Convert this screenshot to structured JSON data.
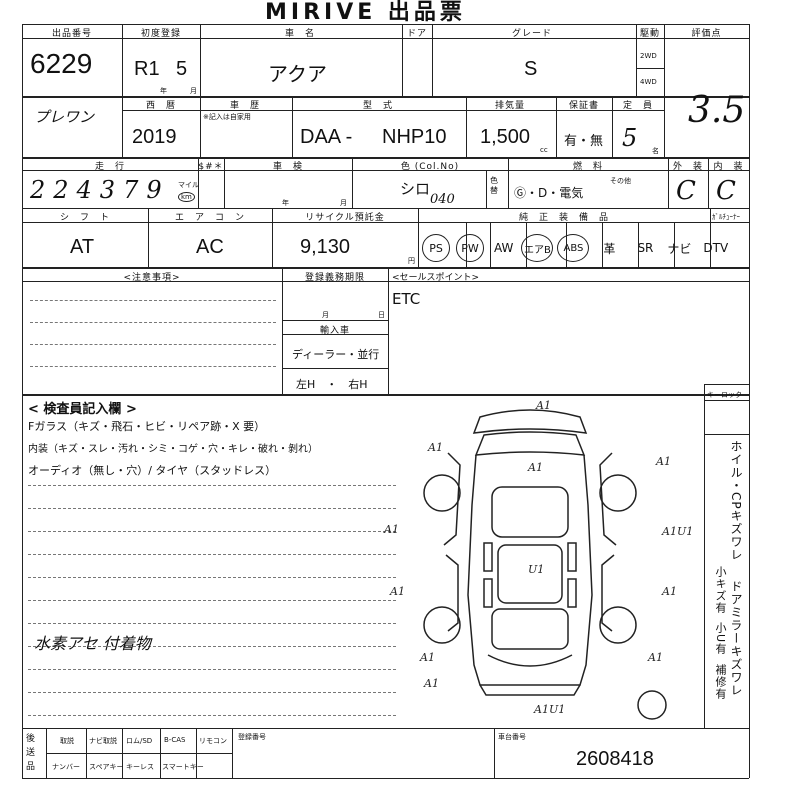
{
  "title": "MIRIVE 出品票",
  "header": {
    "lot_label": "出品番号",
    "lot": "6229",
    "reg_label": "初度登録",
    "reg_year": "R1",
    "reg_month": "5",
    "year_unit": "年",
    "month_unit": "月",
    "name_label": "車　名",
    "name": "アクア",
    "door_label": "ドア",
    "grade_label": "グレード",
    "grade": "S",
    "drive_label": "駆動",
    "drive_2wd": "2WD",
    "drive_4wd": "4WD",
    "score_label": "評価点",
    "score": "3.5"
  },
  "row2": {
    "owner_note": "プレワン",
    "western_label": "西　暦",
    "western_year": "2019",
    "history_label": "車　歴",
    "history_sub": "※記入は自家用",
    "model_label": "型　式",
    "model_prefix": "DAA -",
    "model": "NHP10",
    "displacement_label": "排気量",
    "displacement": "1,500",
    "cc": "cc",
    "warranty_label": "保証書",
    "warranty": "有・無",
    "capacity_label": "定　員",
    "capacity": "5",
    "capacity_unit": "名"
  },
  "row3": {
    "mileage_label": "走　行",
    "mileage": "224379",
    "mile_unit": "マイル",
    "km_unit": "km",
    "meter_label": "$#＊",
    "inspection_label": "車　検",
    "inspection_year": "年",
    "inspection_month": "月",
    "color_label": "色 (Col.No)",
    "color": "シロ",
    "color_code": "040",
    "color_change": "色替",
    "fuel_label": "燃　料",
    "fuel": "Ⓖ・D・電気",
    "fuel_other": "その他",
    "exterior_label": "外　装",
    "exterior": "C",
    "interior_label": "内　装",
    "interior": "C"
  },
  "row4": {
    "shift_label": "シ　フ　ト",
    "shift": "AT",
    "ac_label": "エ　ア　コ　ン",
    "ac": "AC",
    "recycle_label": "リサイクル預託金",
    "recycle": "9,130",
    "yen": "円",
    "equipment_label": "純　正　装　備　品",
    "tuner_label": "ｶﾞﾙﾁｭｰﾅｰ",
    "equipment": [
      "PS",
      "PW",
      "AW",
      "エアB",
      "ABS",
      "革",
      "SR",
      "ナビ",
      "DTV"
    ]
  },
  "row5": {
    "notes_label": "<注意事項>",
    "expiry_label": "登録義務期限",
    "expiry_month": "月",
    "expiry_day": "日",
    "import_label": "輸入車",
    "dealer": "ディーラー・並行",
    "steering": "左H　・　右H",
    "sales_label": "<セールスポイント>",
    "sales": "ETC"
  },
  "inspector": {
    "title": "< 検査員記入欄 >",
    "glass": "Fガラス（キズ・飛石・ヒビ・リペア跡・X 要）",
    "interior": "内装（キズ・スレ・汚れ・シミ・コゲ・穴・キレ・破れ・剝れ）",
    "audio": "オーディオ（無し・穴）/ タイヤ（スタッドレス）",
    "handwritten": "水素アセ 付着物",
    "keylock_label": "キーロック",
    "side_note_1": "ホイル・CPキズワレ",
    "side_note_2": "ドアミラーキズワレ",
    "side_note_3": "小キズ有",
    "side_note_4": "小U有",
    "side_note_5": "補修有"
  },
  "marks": [
    "A1",
    "A1",
    "A1",
    "A1",
    "A1",
    "A1",
    "A1",
    "A1",
    "A1",
    "A1",
    "A1U1",
    "A1U1",
    "U1"
  ],
  "footer": {
    "docs_label": "後送品",
    "items_top": [
      "取説",
      "ナビ取説",
      "ロム/SD",
      "B-CAS",
      "リモコン"
    ],
    "items_bottom": [
      "ナンバー",
      "スペアキー",
      "キーレス",
      "スマートキー"
    ],
    "reg_no_label": "登録番号",
    "chassis_label": "車台番号",
    "chassis": "2608418"
  }
}
